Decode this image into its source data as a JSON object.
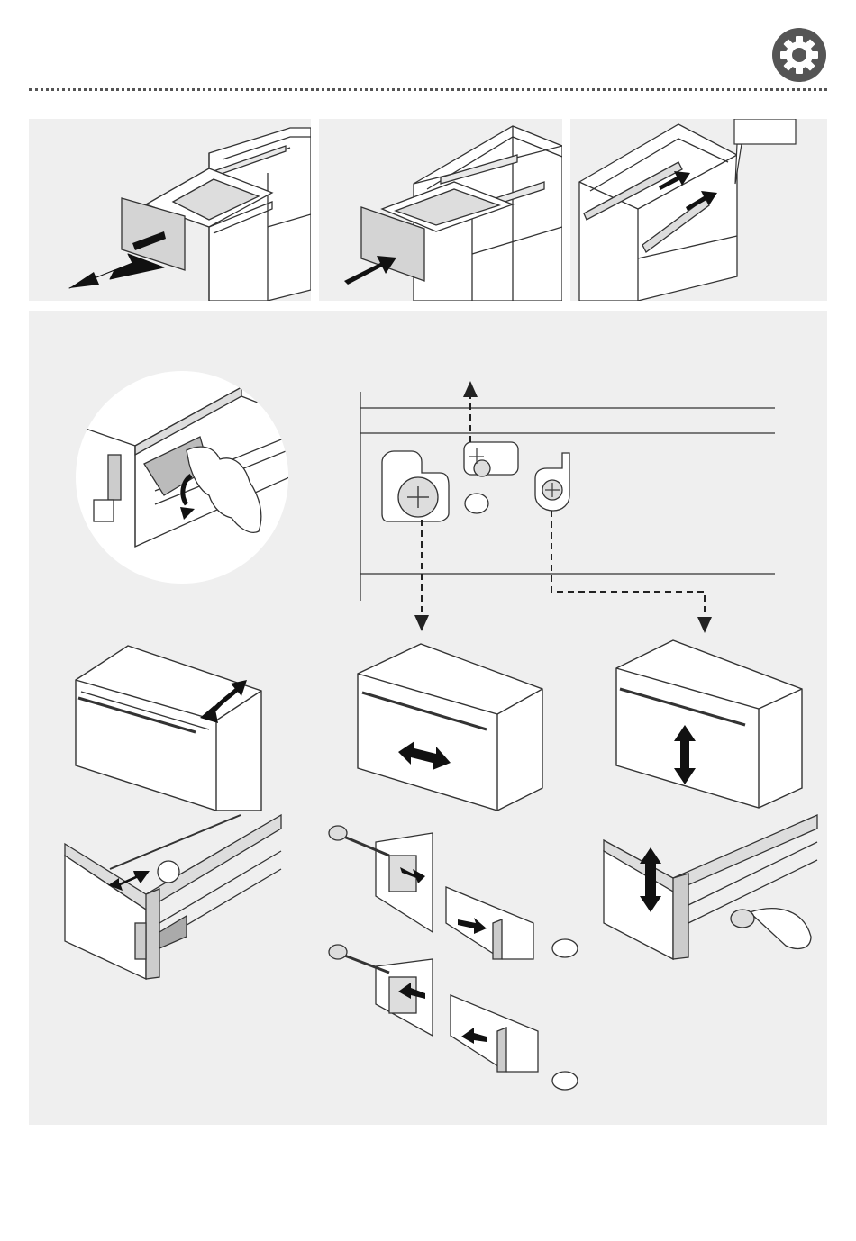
{
  "header": {
    "icon": "gear-icon",
    "icon_color": "#555555"
  },
  "steps": {
    "step1": {
      "action": "pull-out-drawer",
      "icon": "arrow-icon"
    },
    "step2": {
      "action": "push-in-drawer",
      "icon": "arrow-icon"
    },
    "step3": {
      "action": "slide-runners-back",
      "icon": "arrow-icon",
      "callout_text": ""
    }
  },
  "adjust": {
    "peel_step": {
      "action": "peel-cover-strip"
    },
    "adjusters": [
      {
        "name": "tilt",
        "motion": "rotate"
      },
      {
        "name": "side",
        "motion": "horizontal"
      },
      {
        "name": "height",
        "motion": "vertical"
      }
    ]
  },
  "colors": {
    "panel_bg": "#efefef",
    "line": "#333333",
    "arrow": "#1a1a1a",
    "drawer_face": "#d0d0d0"
  }
}
